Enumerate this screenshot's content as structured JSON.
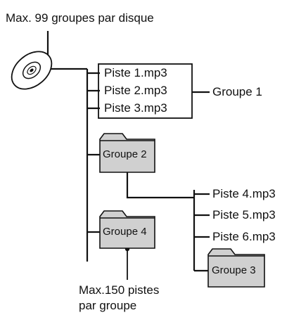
{
  "max_groups_label": "Max. 99 groupes par disque",
  "disc": {
    "icon": "disc-icon"
  },
  "root_files": [
    "Piste 1.mp3",
    "Piste 2.mp3",
    "Piste 3.mp3"
  ],
  "group1_label": "Groupe 1",
  "folders": {
    "group2": {
      "label": "Groupe 2",
      "icon": "folder-icon"
    },
    "group3": {
      "label": "Groupe 3",
      "icon": "folder-icon"
    },
    "group4": {
      "label": "Groupe 4",
      "icon": "folder-icon"
    }
  },
  "group2_files": [
    "Piste 4.mp3",
    "Piste 5.mp3",
    "Piste 6.mp3"
  ],
  "max_tracks_label": {
    "line1": "Max.150 pistes",
    "line2": "par groupe"
  },
  "colors": {
    "folder_fill": "#d0d0d0",
    "stroke": "#111111",
    "background": "#ffffff"
  }
}
